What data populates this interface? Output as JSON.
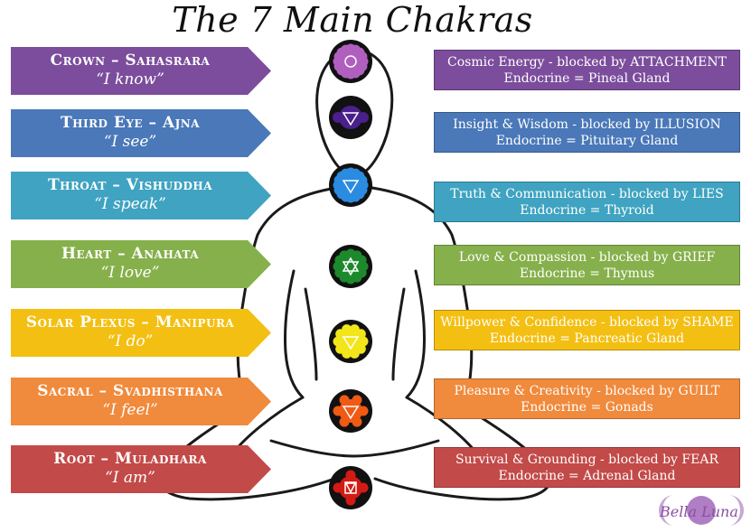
{
  "title": "The 7 Main Chakras",
  "chakras": [
    {
      "name": "Crown – Sahasrara",
      "mantra": "“I know”",
      "info_line1": "Cosmic Energy - blocked by ATTACHMENT",
      "info_line2": "Endocrine = Pineal Gland",
      "color": "#7b4d9c",
      "icon_color": "#b15fbf"
    },
    {
      "name": "Third Eye – Ajna",
      "mantra": "“I see”",
      "info_line1": "Insight & Wisdom - blocked by ILLUSION",
      "info_line2": "Endocrine = Pituitary Gland",
      "color": "#4a78b8",
      "icon_color": "#4b1f8c"
    },
    {
      "name": "Throat – Vishuddha",
      "mantra": "“I speak”",
      "info_line1": "Truth & Communication - blocked by LIES",
      "info_line2": "Endocrine = Thyroid",
      "color": "#3fa3c1",
      "icon_color": "#2a8be0"
    },
    {
      "name": "Heart – Anahata",
      "mantra": "“I love”",
      "info_line1": "Love & Compassion - blocked by GRIEF",
      "info_line2": "Endocrine = Thymus",
      "color": "#86b04b",
      "icon_color": "#1c8a2c"
    },
    {
      "name": "Solar Plexus – Manipura",
      "mantra": "“I do”",
      "info_line1": "Willpower & Confidence - blocked by SHAME",
      "info_line2": "Endocrine = Pancreatic Gland",
      "color": "#f3bf12",
      "icon_color": "#f2e61a"
    },
    {
      "name": "Sacral – Svadhisthana",
      "mantra": "“I feel”",
      "info_line1": "Pleasure & Creativity - blocked by GUILT",
      "info_line2": "Endocrine = Gonads",
      "color": "#f08a3c",
      "icon_color": "#f05a14"
    },
    {
      "name": "Root – Muladhara",
      "mantra": "“I am”",
      "info_line1": "Survival & Grounding - blocked by FEAR",
      "info_line2": "Endocrine = Adrenal Gland",
      "color": "#c24a48",
      "icon_color": "#d41a14"
    }
  ],
  "watermark": "Bella Luna",
  "watermark_color": "#8a4fa0"
}
